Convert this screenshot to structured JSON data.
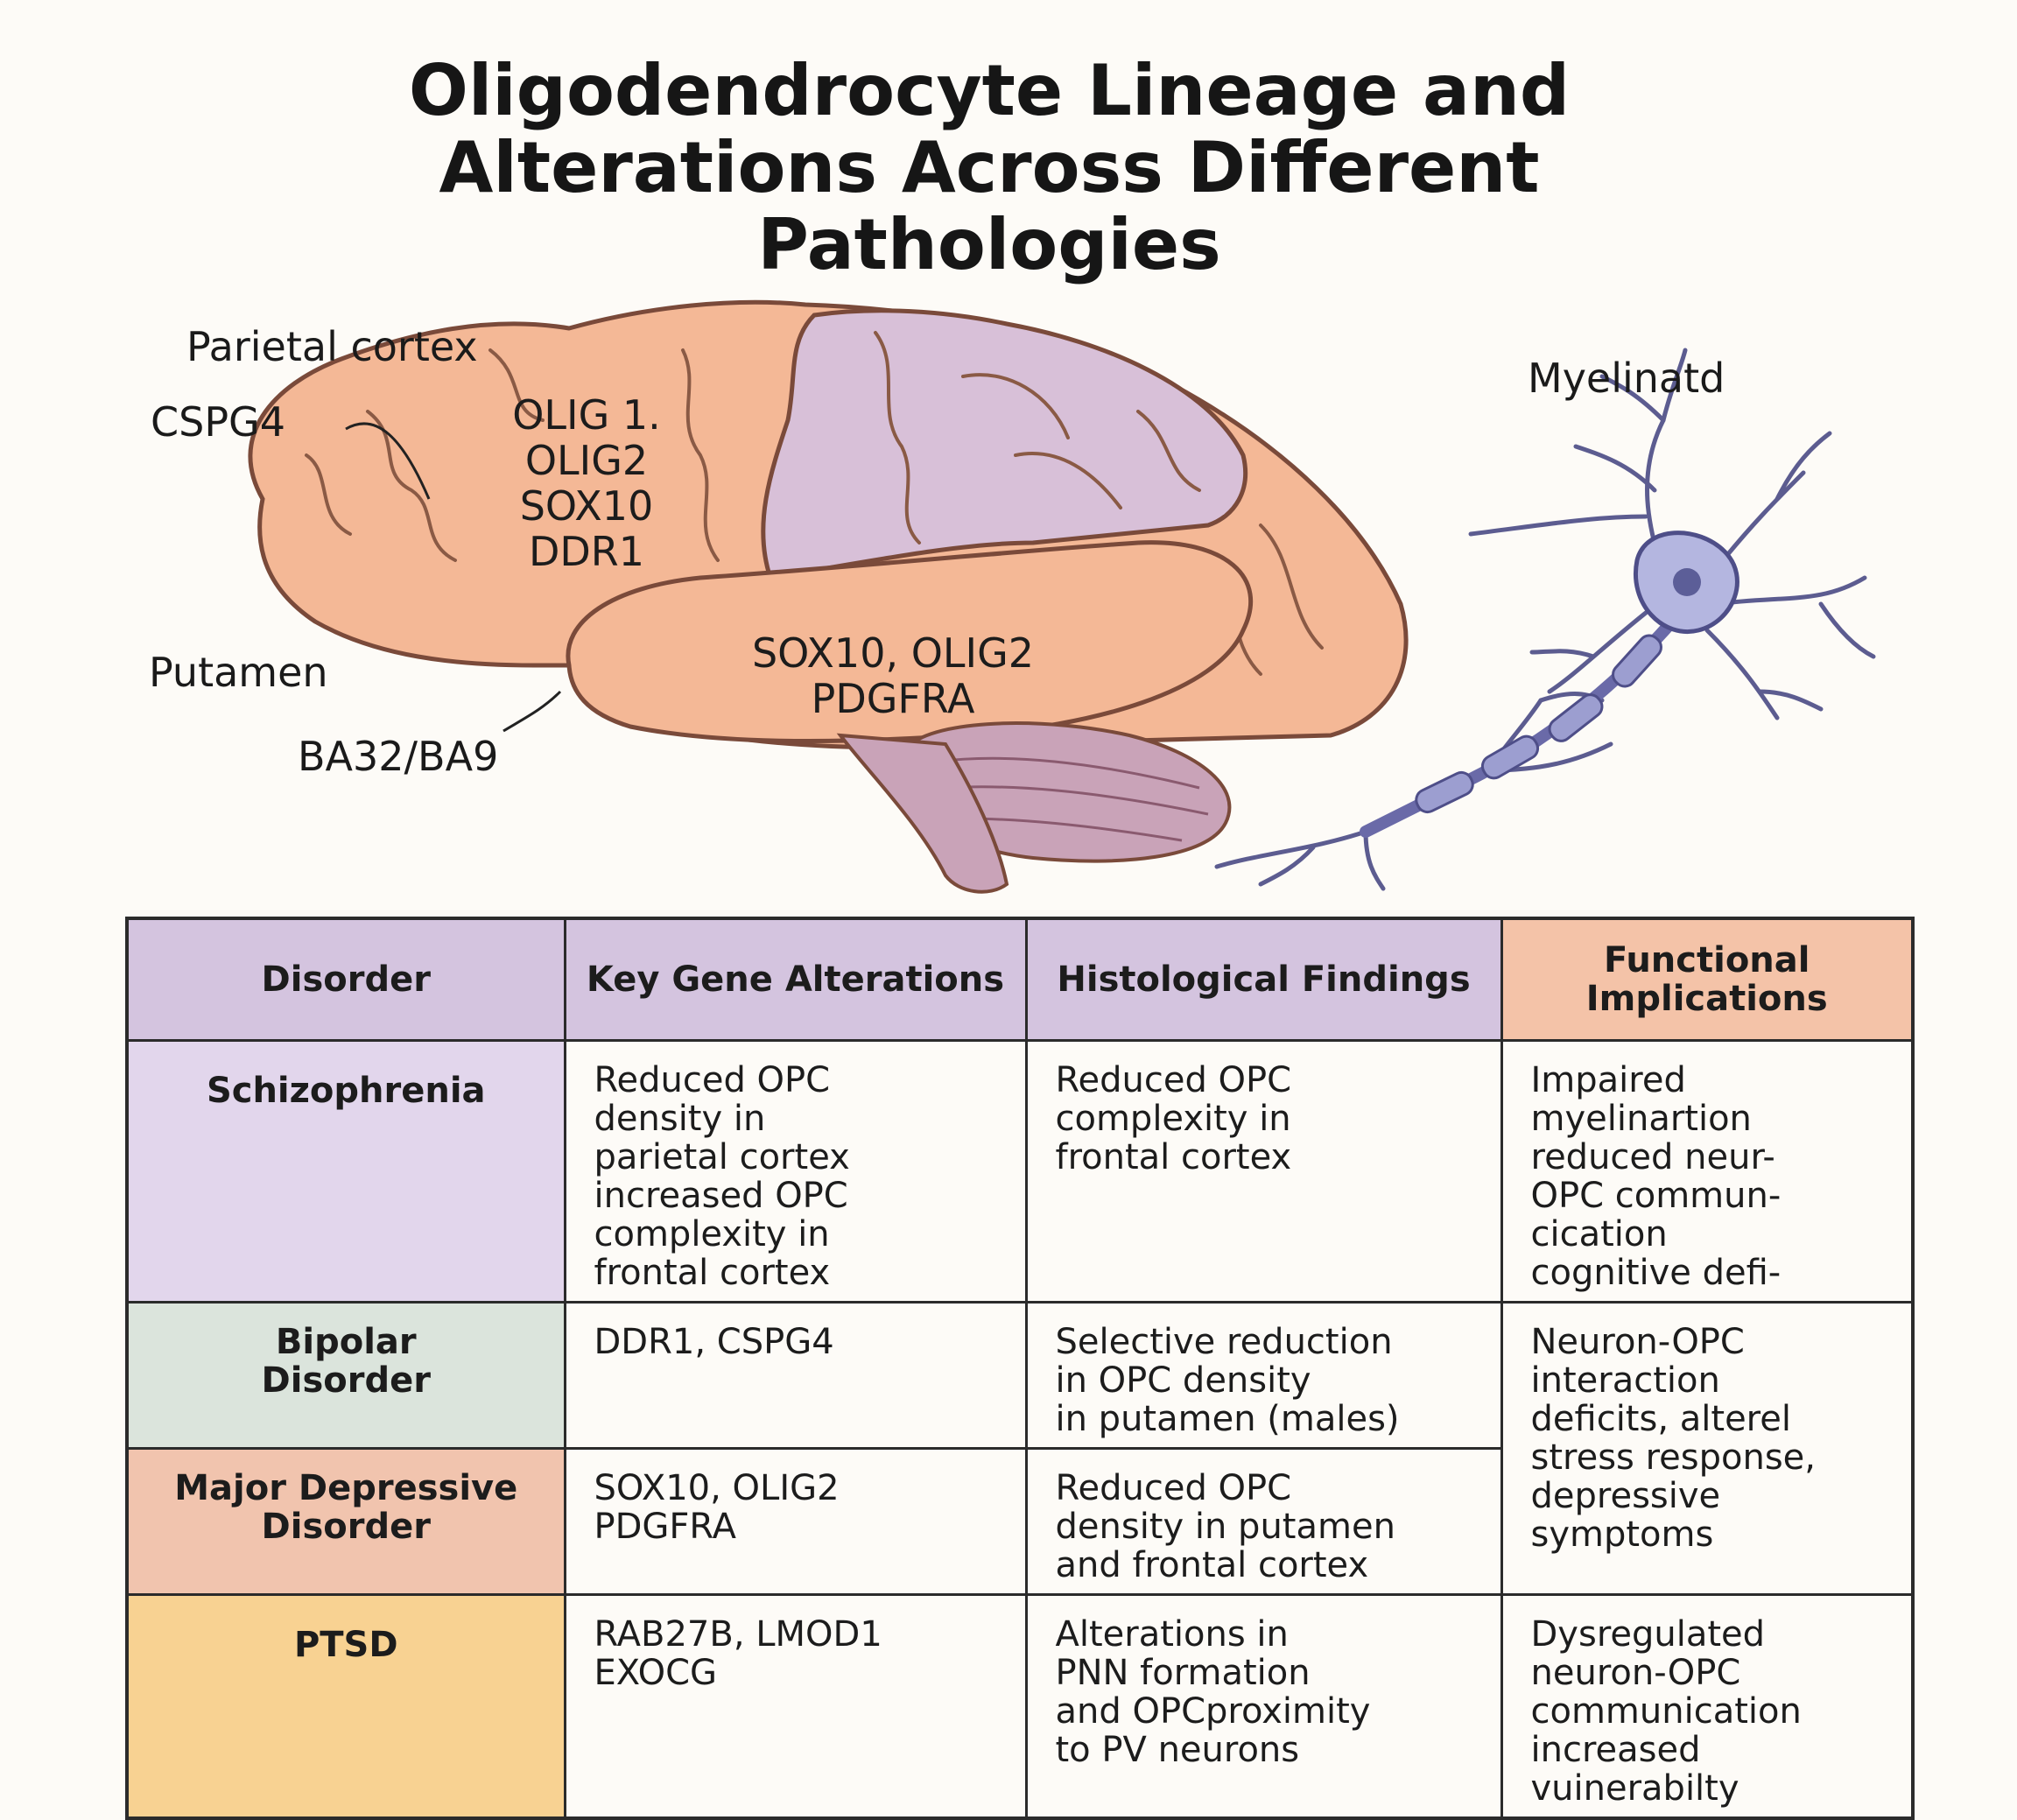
{
  "title": {
    "line1": "Oligodendrocyte Lineage and",
    "line2": "Alterations Across Different",
    "line3": "Pathologies"
  },
  "brain_labels": {
    "parietal_cortex": "Parietal cortex",
    "cspg4": "CSPG4",
    "putamen": "Putamen",
    "ba": "BA32/BA9",
    "myelinated": "Myelinatd",
    "cortex_genes": [
      "OLIG 1.",
      "OLIG2",
      "SOX10",
      "DDR1"
    ],
    "temporal_genes": [
      "SOX10, OLIG2",
      "PDGFRA"
    ]
  },
  "colors": {
    "header_purple": "#d4c4df",
    "header_orange": "#f4c3a8",
    "schizophrenia": "#e2d6ec",
    "bipolar": "#dbe4dc",
    "mdd": "#f1c4ae",
    "ptsd": "#f8d292",
    "brain_orange": "#f4b896",
    "brain_purple": "#d8c0d8",
    "neuron": "#8a8cc0"
  },
  "table": {
    "headers": [
      "Disorder",
      "Key Gene Alterations",
      "Histological Findings",
      "Functional Implications"
    ],
    "rows": [
      {
        "disorder": "Schizophrenia",
        "genes": [
          "Reduced OPC",
          "density in",
          "parietal cortex",
          "increased OPC",
          "complexity in",
          "frontal cortex"
        ],
        "histology": [
          "Reduced OPC",
          "complexity in",
          "frontal cortex"
        ],
        "function": [
          "Impaired",
          "myelinartion",
          "reduced neur-",
          "OPC commun-",
          "cication",
          "cognitive defi-"
        ]
      },
      {
        "disorder": "Bipolar Disorder",
        "genes": [
          "DDR1, CSPG4"
        ],
        "histology": [
          "Selective reduction",
          "in OPC density",
          "in putamen (males)"
        ],
        "function": [
          "Neuron-OPC",
          "interaction",
          "deficits, alterel",
          "stress response,",
          "depressive",
          "symptoms"
        ]
      },
      {
        "disorder": "Major Depressive Disorder",
        "genes": [
          "SOX10, OLIG2",
          "PDGFRA"
        ],
        "histology": [
          "Reduced OPC",
          "density in putamen",
          "and frontal cortex"
        ]
      },
      {
        "disorder": "PTSD",
        "genes": [
          "RAB27B, LMOD1",
          "EXOCG"
        ],
        "histology": [
          "Alterations in",
          "PNN formation",
          "and OPCproximity",
          "to PV neurons"
        ],
        "function": [
          "Dysregulated",
          "neuron-OPC",
          "communication",
          "increased",
          "vuinerabilty"
        ]
      }
    ]
  }
}
